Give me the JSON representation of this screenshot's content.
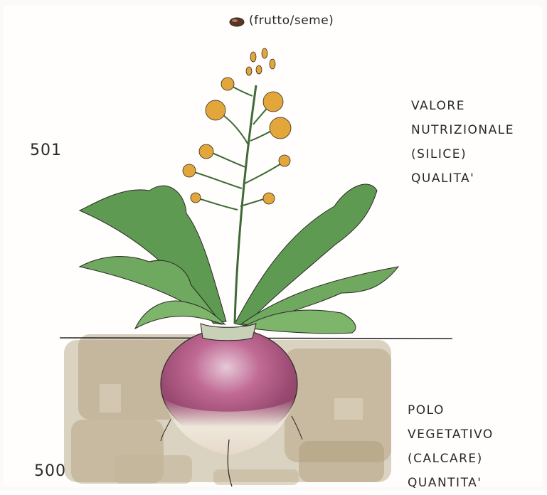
{
  "caption": {
    "text": "(frutto/seme)"
  },
  "left_numbers": {
    "top": "501",
    "bottom": "500"
  },
  "upper_text": {
    "lines": [
      "VALORE",
      "NUTRIZIONALE",
      "(SILICE)",
      "QUALITA'"
    ]
  },
  "lower_text": {
    "lines": [
      "POLO",
      "VEGETATIVO",
      "(CALCARE)",
      "QUANTITA'"
    ]
  },
  "colors": {
    "ink": "#2b2825",
    "leaf": "#5e9a52",
    "flower": "#e3a63a",
    "root_purple": "#b0557f",
    "soil": "#a4916d"
  }
}
